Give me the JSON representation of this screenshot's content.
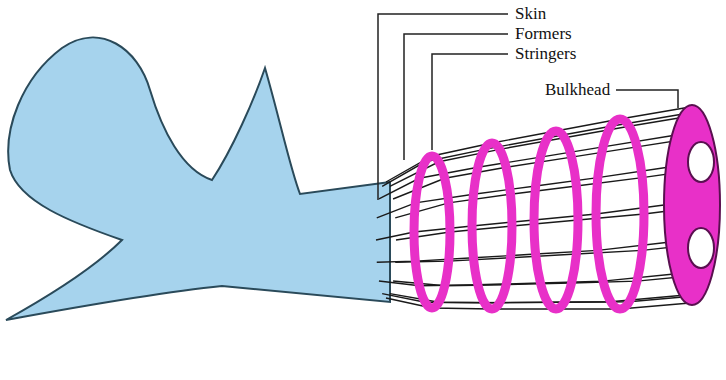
{
  "diagram": {
    "labels": [
      "Skin",
      "Formers",
      "Stringers",
      "Bulkhead"
    ]
  }
}
